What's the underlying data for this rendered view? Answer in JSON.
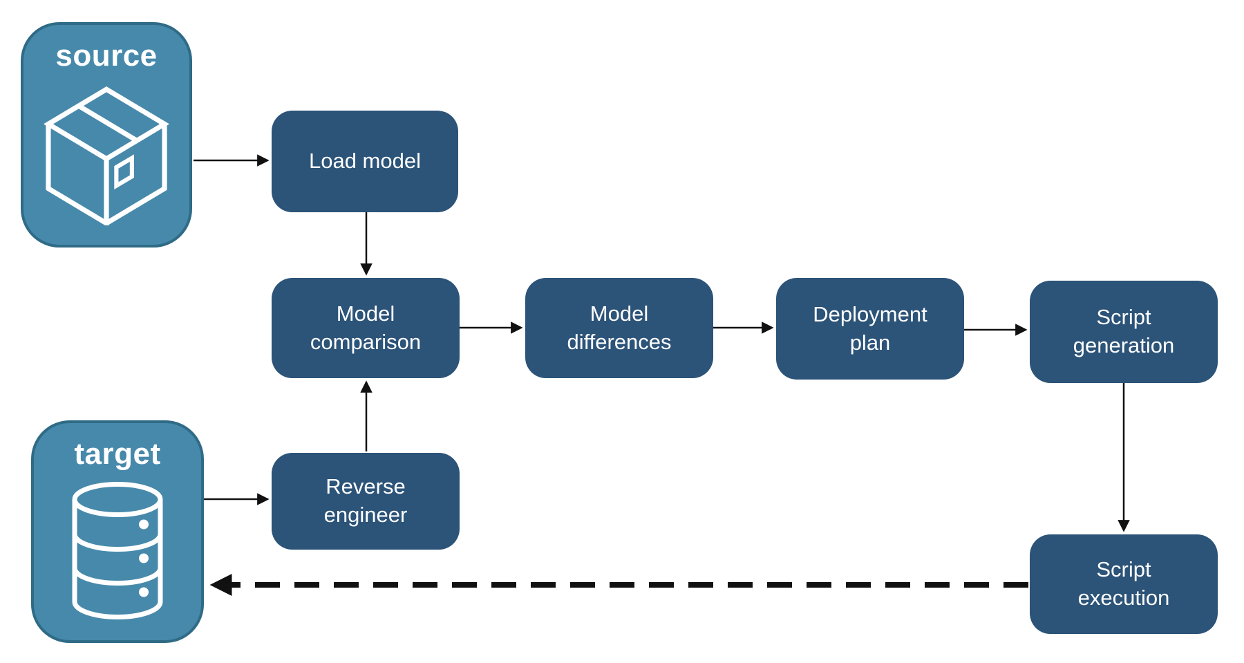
{
  "diagram": {
    "background": "#ffffff",
    "colors": {
      "entity_fill": "#4789ab",
      "entity_border": "#2f6b86",
      "step_fill": "#2c5378",
      "arrow": "#111111",
      "label_text": "#ffffff"
    },
    "entities": {
      "source": {
        "label": "source",
        "icon": "package-icon"
      },
      "target": {
        "label": "target",
        "icon": "database-icon"
      }
    },
    "steps": {
      "load_model": {
        "label": "Load model"
      },
      "model_comparison": {
        "label": "Model comparison"
      },
      "model_differences": {
        "label": "Model differences"
      },
      "deployment_plan": {
        "label": "Deployment plan"
      },
      "script_generation": {
        "label": "Script generation"
      },
      "reverse_engineer": {
        "label": "Reverse engineer"
      },
      "script_execution": {
        "label": "Script execution"
      }
    },
    "edges": [
      {
        "from": "source",
        "to": "load_model",
        "style": "solid"
      },
      {
        "from": "load_model",
        "to": "model_comparison",
        "style": "solid"
      },
      {
        "from": "model_comparison",
        "to": "model_differences",
        "style": "solid"
      },
      {
        "from": "model_differences",
        "to": "deployment_plan",
        "style": "solid"
      },
      {
        "from": "deployment_plan",
        "to": "script_generation",
        "style": "solid"
      },
      {
        "from": "script_generation",
        "to": "script_execution",
        "style": "solid"
      },
      {
        "from": "target",
        "to": "reverse_engineer",
        "style": "solid"
      },
      {
        "from": "reverse_engineer",
        "to": "model_comparison",
        "style": "solid"
      },
      {
        "from": "script_execution",
        "to": "target",
        "style": "dashed"
      }
    ]
  }
}
